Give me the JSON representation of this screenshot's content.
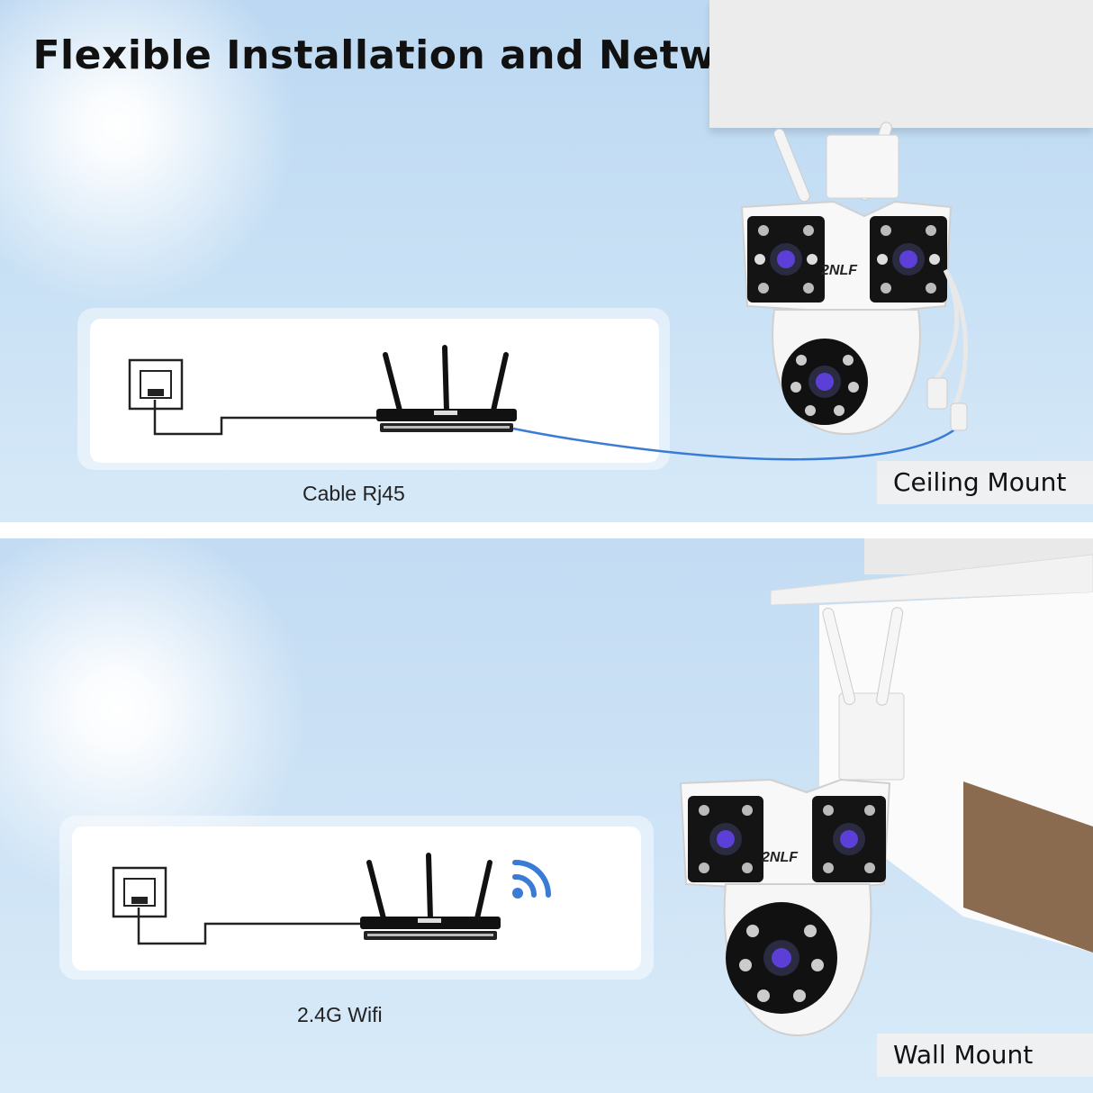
{
  "header": {
    "title": "Flexible Installation and Network Connection"
  },
  "wired": {
    "caption": "Cable Rj45",
    "mount_label": "Ceiling Mount"
  },
  "wireless": {
    "caption": "2.4G Wifi",
    "mount_label": "Wall Mount"
  },
  "brand": {
    "camera_logo": "2NLF"
  },
  "icons": [
    "wall-socket-icon",
    "router-icon",
    "wifi-signal-icon",
    "security-camera-icon"
  ],
  "colors": {
    "cable": "#3a7bd5",
    "wifi": "#3a7bd5",
    "sky": "#c9e1f5",
    "lens": "#5b3fd6"
  }
}
